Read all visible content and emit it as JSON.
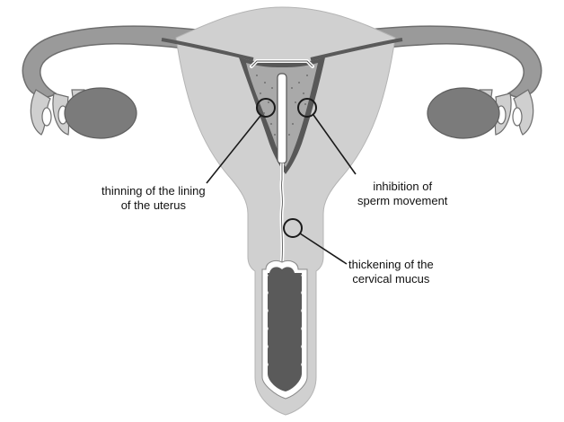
{
  "labels": {
    "lining": {
      "line1": "thinning of the lining",
      "line2": "of the uterus"
    },
    "sperm": {
      "line1": "inhibition of",
      "line2": "sperm movement"
    },
    "mucus": {
      "line1": "thickening of the",
      "line2": "cervical mucus"
    }
  },
  "colors": {
    "tissue": "#cfcfcf",
    "tube_outer": "#8f8f8f",
    "ovary": "#7b7b7b",
    "cavity": "#a9a9a9",
    "canal": "#5a5a5a",
    "line": "#1a1a1a",
    "device": "#ffffff"
  }
}
